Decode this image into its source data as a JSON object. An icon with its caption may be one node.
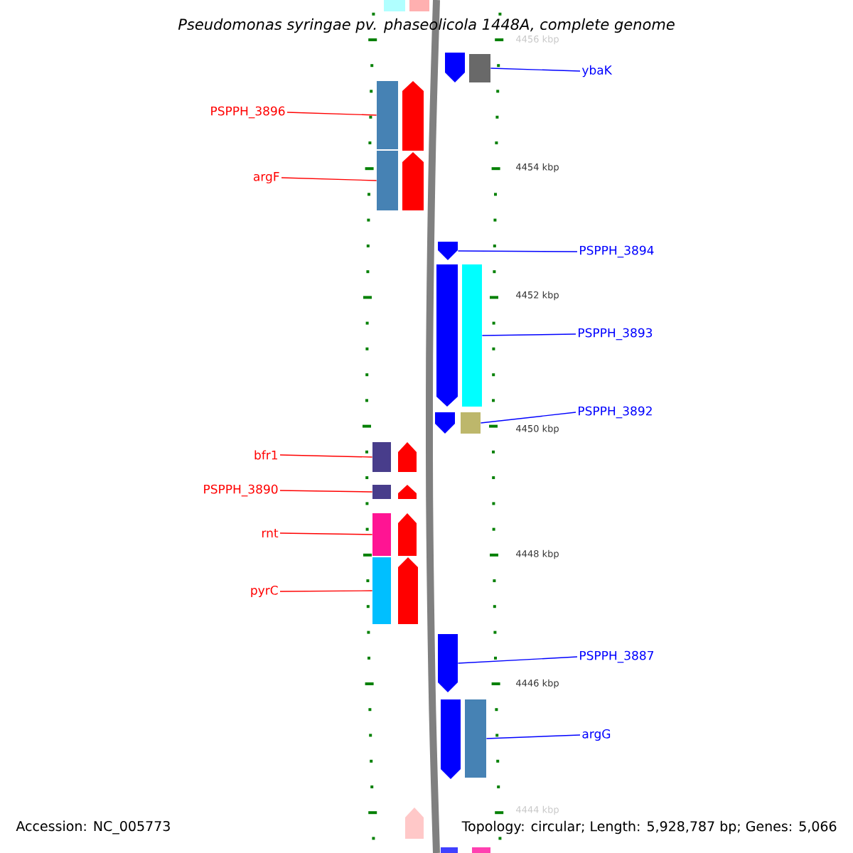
{
  "diagram": {
    "title": "Pseudomonas syringae pv. phaseolicola 1448A, complete genome",
    "nodes": [
      {
        "text": [
          "PSPPH_3896"
        ]
      },
      {
        "text": [
          "argF"
        ]
      },
      {
        "text": [
          "bfr1"
        ]
      },
      {
        "text": [
          "PSPPH_3890"
        ]
      },
      {
        "text": [
          "rnt"
        ]
      },
      {
        "text": [
          "pyrC"
        ]
      },
      {
        "text": [
          "ybaK"
        ]
      },
      {
        "text": [
          "PSPPH_3894"
        ]
      },
      {
        "text": [
          "PSPPH_3893"
        ]
      },
      {
        "text": [
          "PSPPH_3892"
        ]
      },
      {
        "text": [
          "PSPPH_3887"
        ]
      },
      {
        "text": [
          "argG"
        ]
      },
      {
        "text": [],
        "shape": "bar"
      },
      {
        "text": [],
        "shape": "bar"
      },
      {
        "text": [],
        "shape": "bar"
      },
      {
        "text": [],
        "shape": "bar"
      },
      {
        "text": [],
        "shape": "bar"
      },
      {
        "text": [],
        "shape": "bar"
      },
      {
        "text": [],
        "shape": "bar"
      },
      {
        "text": [],
        "shape": "arrow"
      },
      {
        "text": [],
        "shape": "bar"
      },
      {
        "text": [],
        "shape": "bar"
      },
      {
        "text": [],
        "shape": "arrow"
      },
      {
        "text": [],
        "shape": "bar"
      },
      {
        "text": [],
        "shape": "arrow"
      },
      {
        "text": [],
        "shape": "arrow"
      },
      {
        "text": [],
        "shape": "arrow"
      },
      {
        "text": [],
        "shape": "arrow"
      },
      {
        "text": [],
        "shape": "arrow"
      },
      {
        "text": [],
        "shape": "arrow"
      },
      {
        "text": [],
        "shape": "arrow"
      },
      {
        "text": [],
        "shape": "arrow"
      },
      {
        "text": [],
        "shape": "arrow"
      },
      {
        "text": [],
        "shape": "arrow"
      },
      {
        "text": [],
        "shape": "bar"
      },
      {
        "text": [],
        "shape": "bar"
      },
      {
        "text": [],
        "shape": "arrow"
      },
      {
        "text": [],
        "shape": "bar"
      },
      {
        "text": [],
        "shape": "bar"
      }
    ],
    "edges": [
      {
        "from": 0,
        "to": 12,
        "arrow": "none",
        "color": "#ff0000"
      },
      {
        "from": 1,
        "to": 13,
        "arrow": "none",
        "color": "#ff0000"
      },
      {
        "from": 2,
        "to": 14,
        "arrow": "none",
        "color": "#ff0000"
      },
      {
        "from": 3,
        "to": 15,
        "arrow": "none",
        "color": "#ff0000"
      },
      {
        "from": 4,
        "to": 16,
        "arrow": "none",
        "color": "#ff0000"
      },
      {
        "from": 5,
        "to": 17,
        "arrow": "none",
        "color": "#ff0000"
      },
      {
        "from": 6,
        "to": 18,
        "arrow": "none",
        "color": "#0000ff"
      },
      {
        "from": 7,
        "to": 19,
        "arrow": "none",
        "color": "#0000ff"
      },
      {
        "from": 8,
        "to": 20,
        "arrow": "none",
        "color": "#0000ff"
      },
      {
        "from": 9,
        "to": 21,
        "arrow": "none",
        "color": "#0000ff"
      },
      {
        "from": 10,
        "to": 22,
        "arrow": "none",
        "color": "#0000ff"
      },
      {
        "from": 11,
        "to": 23,
        "arrow": "none",
        "color": "#0000ff"
      }
    ],
    "labels": [
      "4456 kbp",
      "4454 kbp",
      "4452 kbp",
      "4450 kbp",
      "4448 kbp",
      "4446 kbp",
      "4444 kbp",
      "Accession: NC_005773",
      "Topology: circular; Length: 5,928,787 bp; Genes: 5,066"
    ]
  }
}
